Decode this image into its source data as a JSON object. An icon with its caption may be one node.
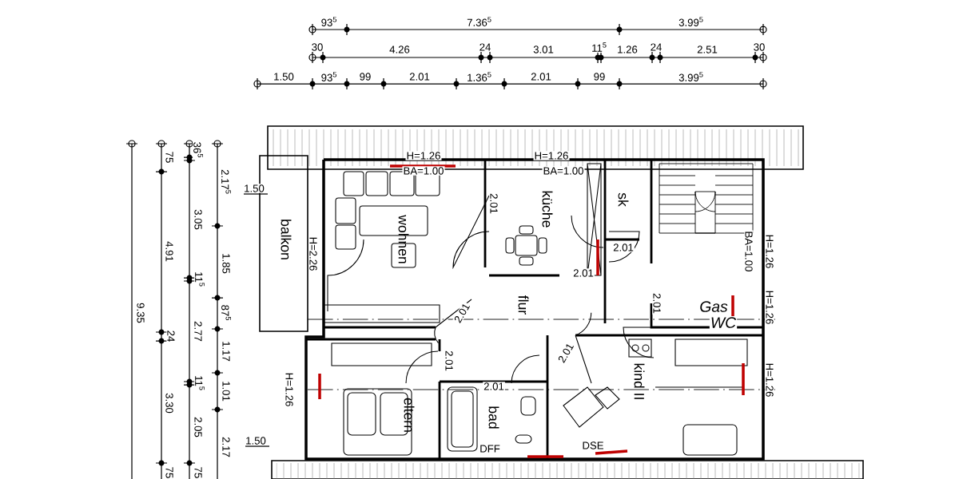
{
  "diagram": {
    "nodes": [
      {
        "text": [
          "balkon"
        ]
      },
      {
        "text": [
          "wohnen"
        ]
      },
      {
        "text": [
          "küche"
        ]
      },
      {
        "text": [
          "sk"
        ]
      },
      {
        "text": [
          "flur"
        ]
      },
      {
        "text": [
          "eltern"
        ]
      },
      {
        "text": [
          "bad"
        ]
      },
      {
        "text": [
          "kind II"
        ]
      }
    ],
    "labels": [
      "93$^{5}$",
      "7.36$^{5}$",
      "3.99$^{5}$",
      "30",
      "4.26",
      "24",
      "3.01",
      "11$^{5}$",
      "1.26",
      "24",
      "2.51",
      "30",
      "1.50",
      "93$^{5}$",
      "99",
      "2.01",
      "1.36$^{5}$",
      "2.01",
      "99",
      "3.99$^{5}$",
      "9.35",
      "75",
      "4.91",
      "24",
      "3.30",
      "75",
      "36$^{5}$",
      "3.05",
      "11$^{5}$",
      "2.77",
      "11$^{5}$",
      "2.05",
      "75",
      "2.17$^{5}$",
      "1.85",
      "87$^{5}$",
      "1.17",
      "1.01",
      "2.17",
      "1.50",
      "1.50",
      "H=1.26",
      "BA=1.00",
      "H=1.26",
      "BA=1.00",
      "2.01",
      "H=2.26",
      "2.01",
      "2.01",
      "BA=1.00",
      "H=1.26",
      "2.01",
      "2.01",
      "H=1.26",
      "Gas",
      "WC",
      "2.01",
      "2.01",
      "H=1.26",
      "2.01",
      "DFF",
      "DSE",
      "H=1.26"
    ]
  }
}
